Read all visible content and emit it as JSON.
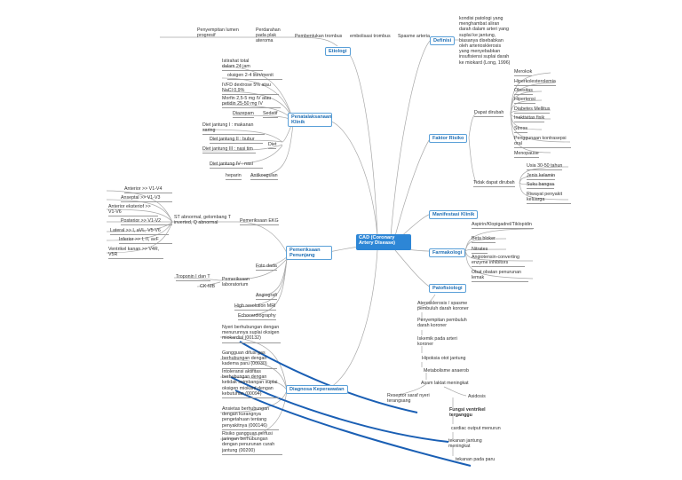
{
  "root": "CAD (Coronary Artery Disease)",
  "branches": {
    "etiologi": "Etiologi",
    "penatalaksanaan": "Penatalaksanaan Klinik",
    "penunjang": "Pemeriksaan Penunjang",
    "diagnosa": "Diagnosa Keperawatan",
    "definisi": "Definisi",
    "faktor": "Faktor Risiko",
    "manifestasi": "Manifestasi Klinik",
    "farmakologi": "Farmakologi",
    "patofisiologi": "Patofisiologi"
  },
  "etiologi": {
    "pembentukan": "Pembentukan trombus",
    "embolisasi": "embolisasi trombus",
    "spasme": "Spasme arteria",
    "perdarahan": "Perdarahan pada plak ateroma",
    "penyempitan": "Penyempitan lumen progresif"
  },
  "definisi": {
    "text": "kondisi patologi yang menghambat aliran darah dalam arteri yang suplai ke jantung, biasanya disebabkan oleh arteriosklerosis yang menyebabkan insufisiensi suplai darah ke miokard (Long, 1996)"
  },
  "penatalaksanaan": {
    "istirahat": "Istirahat total dalam 24 jam",
    "oksigen": "oksigen 2-4 liter/menit",
    "ivfd": "IVFD dextrose 5% atau NaCl 0,9%",
    "morfin": "Morfin 2,5-5 mg IV atau petidin 25-50 mg IV",
    "diazepam": "Diazepam",
    "sedatif": "Sedatif",
    "diet1": "Diet jantung I : makanan saring",
    "diet2": "Diet jantung II : bubur",
    "diet3": "Diet jantung III : nasi tim",
    "diet4": "Diet jantung IV : nasi",
    "diet": "Diet",
    "heparin": "heparin",
    "antikoagulan": "Antikoagulan"
  },
  "penunjang": {
    "ekg": "Pemeriksaan EKG",
    "st": "ST abnormal, gelombang T inverted, Q abnormal",
    "leads": [
      "Anterior >> V1-V4",
      "Anseptal >> V1-V3",
      "Anterior eksteriof >> V1-V6",
      "Posterior >> V1-V2",
      "Lateral >> I, aVL, V5-V6",
      "Inferior >> I, II, avF",
      "Ventrikel kanan >> V4R, V5R"
    ],
    "foto": "Foto dada",
    "lab": "Pemeriksaan laboratorium",
    "troponin": "Troponin I dan T",
    "ckmb": "CK-MB",
    "angiografi": "Angiografi",
    "mri": "High resolution MRI",
    "echo": "Echocardiography"
  },
  "diagnosa": {
    "d1": "Nyeri berhubungan dengan menurunnya suplai oksigen miokardial (00132)",
    "d2": "Gangguan difusi gas berhubungan dengan kadema paru (00030)",
    "d3": "Intoleransi aktifitas berhubungan dengan ketidak seimbangan suplai oksigen miokard dengan kebutuhan (00094)",
    "d4": "Ansietas berhubungan dengan kurangnya pengetahuan tentang penyakitnya (000146)",
    "d5": "Risiko gangguan perfusi jaringan berhubungan dengan penurunan curah jantung (00200)"
  },
  "faktor": {
    "dapat": "Dapat dirubah",
    "tidak": "Tidak dapat dirubah",
    "dapat_items": [
      "Merokok",
      "Hiperkolesterolemia",
      "Obesitas",
      "Hipertensi",
      "Diabetes Mellitus",
      "Inaktivitas fisik",
      "Stress",
      "Penggunaan kontrasepsi oral",
      "Menopause"
    ],
    "tidak_items": [
      "Usia 30-50 tahun",
      "Jenis kelamin",
      "Suku bangsa",
      "Riwayat penyakit keluarga"
    ]
  },
  "farmakologi": {
    "items": [
      "Aspirin/Klopigadrel/Tiklopidin",
      "Beta bloker",
      "Nitrates",
      "Angiotensin-converting enzyme inhibitors",
      "Obat obatan penurunan lemak"
    ]
  },
  "patofisiologi": {
    "steps": [
      "Aterosklerosis / spasme pembuluh darah koroner",
      "Penyempitan pembuluh darah koroner",
      "Iskemik pada arteri koroner",
      "Hipoksia otot jantung",
      "Metabolisme anaerob",
      "Asam laktat meningkat"
    ],
    "reseptor": "Reseptor saraf nyeri terangsang",
    "asidosis": "Asidosis",
    "fungsi": "Fungsi ventrikel terganggu",
    "cardiac": "cardiac output menurun",
    "tekanan": "tekanan jantung meningkat",
    "paru": "tekanan pada paru"
  }
}
